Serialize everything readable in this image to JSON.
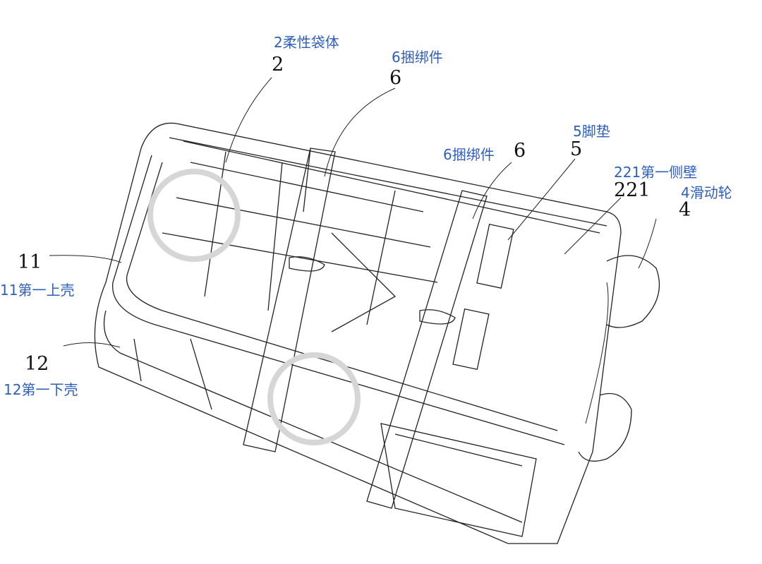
{
  "colors": {
    "label_blue": "#2f5fb8",
    "line": "#222222",
    "watermark": "#d6d6d6"
  },
  "labels": [
    {
      "id": "flexible-bag",
      "number": "2",
      "caption": "2柔性袋体"
    },
    {
      "id": "strap-top",
      "number": "6",
      "caption": "6捆绑件"
    },
    {
      "id": "strap-mid",
      "number": "6",
      "caption": "6捆绑件"
    },
    {
      "id": "foot-pad",
      "number": "5",
      "caption": "5脚垫"
    },
    {
      "id": "first-side-wall",
      "number": "221",
      "caption": "221第一侧壁"
    },
    {
      "id": "sliding-wheel",
      "number": "4",
      "caption": "4滑动轮"
    },
    {
      "id": "first-upper-shell",
      "number": "11",
      "caption": "11第一上壳"
    },
    {
      "id": "first-lower-shell",
      "number": "12",
      "caption": "12第一下壳"
    }
  ]
}
